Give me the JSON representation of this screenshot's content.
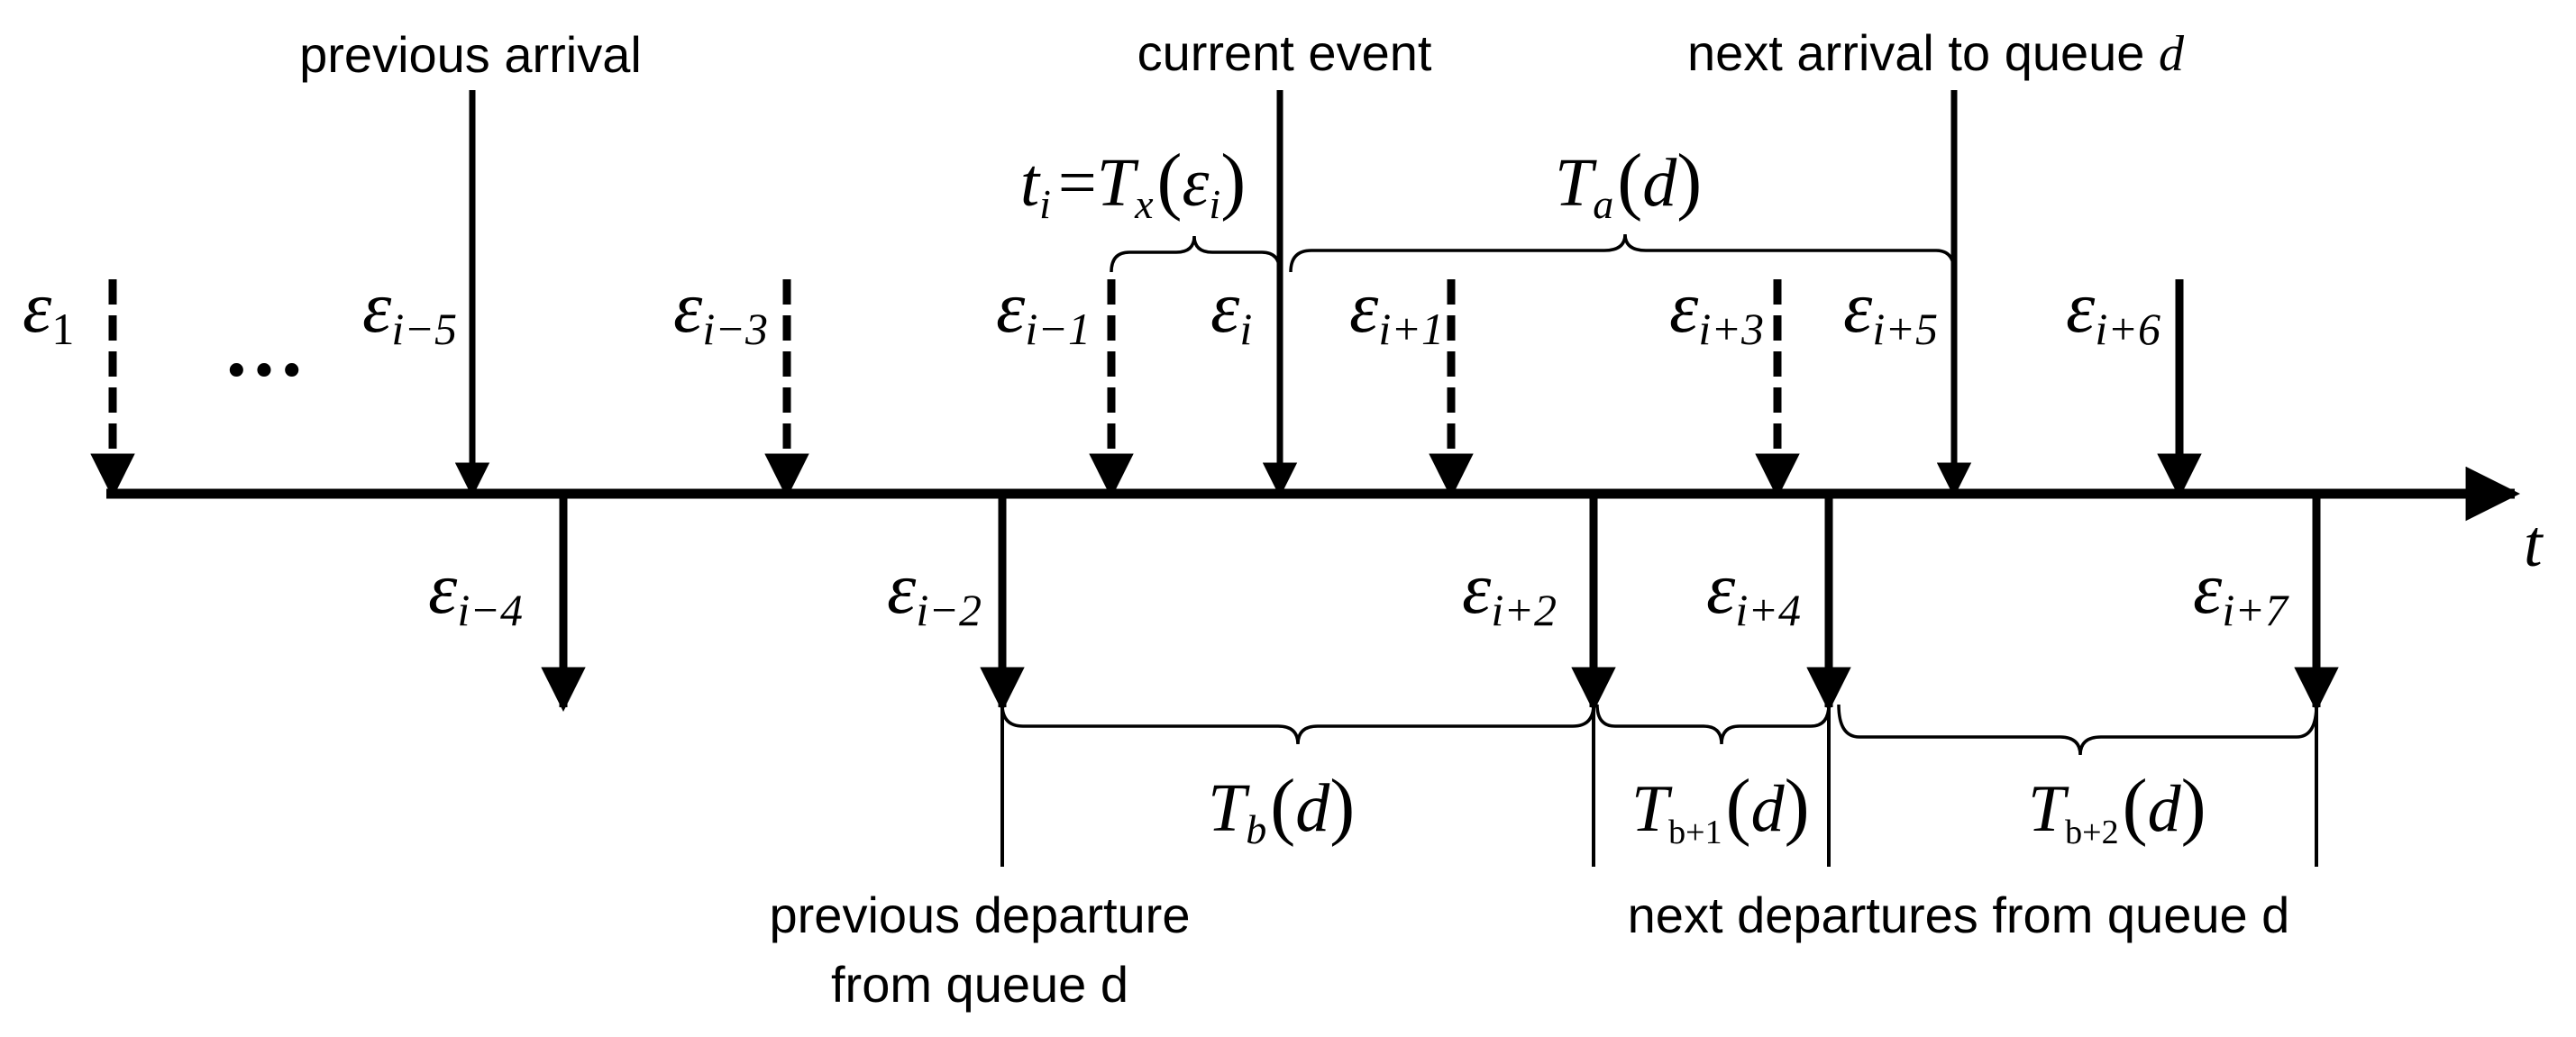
{
  "annotations": {
    "previous_arrival": "previous arrival",
    "current_event": "current event",
    "next_arrival_prefix": "next arrival to queue ",
    "next_arrival_var": "d",
    "previous_departure_line1": "previous departure",
    "previous_departure_line2": "from queue d",
    "next_departures": "next departures from queue d"
  },
  "axis": {
    "label": "t"
  },
  "ellipsis": "•••",
  "events": {
    "e1": {
      "symbol": "ε",
      "sub": "1"
    },
    "e_im5": {
      "symbol": "ε",
      "sub": "i−5"
    },
    "e_im4": {
      "symbol": "ε",
      "sub": "i−4"
    },
    "e_im3": {
      "symbol": "ε",
      "sub": "i−3"
    },
    "e_im2": {
      "symbol": "ε",
      "sub": "i−2"
    },
    "e_im1": {
      "symbol": "ε",
      "sub": "i−1"
    },
    "e_i": {
      "symbol": "ε",
      "sub": "i"
    },
    "e_ip1": {
      "symbol": "ε",
      "sub": "i+1"
    },
    "e_ip2": {
      "symbol": "ε",
      "sub": "i+2"
    },
    "e_ip3": {
      "symbol": "ε",
      "sub": "i+3"
    },
    "e_ip4": {
      "symbol": "ε",
      "sub": "i+4"
    },
    "e_ip5": {
      "symbol": "ε",
      "sub": "i+5"
    },
    "e_ip6": {
      "symbol": "ε",
      "sub": "i+6"
    },
    "e_ip7": {
      "symbol": "ε",
      "sub": "i+7"
    }
  },
  "intervals": {
    "tx": {
      "lhs": "t",
      "lhs_sub": "i",
      "eq": "=",
      "T": "T",
      "T_sub": "x",
      "open": "(",
      "arg": "ε",
      "arg_sub": "i",
      "close": ")"
    },
    "ta": {
      "T": "T",
      "sub": "a",
      "open": "(",
      "arg": "d",
      "close": ")"
    },
    "tb": {
      "T": "T",
      "sub": "b",
      "open": "(",
      "arg": "d",
      "close": ")"
    },
    "tb1": {
      "T": "T",
      "sub": "b+1",
      "open": "(",
      "arg": "d",
      "close": ")"
    },
    "tb2": {
      "T": "T",
      "sub": "b+2",
      "open": "(",
      "arg": "d",
      "close": ")"
    }
  }
}
